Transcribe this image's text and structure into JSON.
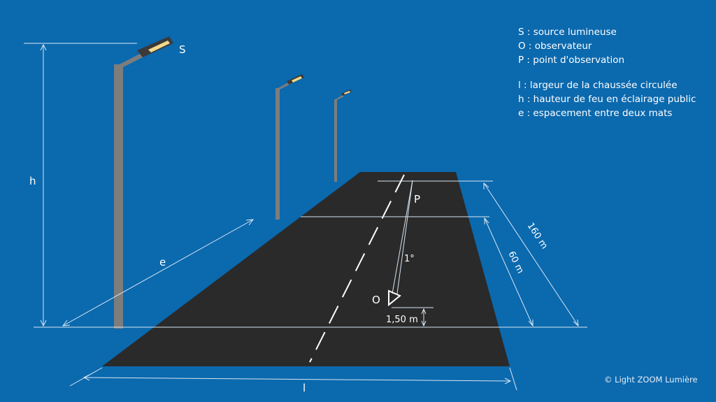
{
  "labels": {
    "source": "S",
    "height": "h",
    "spacing": "e",
    "width": "l",
    "point": "P",
    "observer": "O",
    "angle": "1°",
    "eye_height": "1,50 m",
    "dist_60": "60 m",
    "dist_160": "160 m"
  },
  "legend": {
    "items_group1": [
      "S : source lumineuse",
      "O : observateur",
      "P : point d'observation"
    ],
    "items_group2": [
      "l : largeur de la chaussée circulée",
      "h : hauteur de feu en éclairage public",
      "e : espacement entre deux mats"
    ]
  },
  "copyright": "© Light ZOOM Lumière",
  "colors": {
    "background": "#0b69ae",
    "road": "#2a2a2a",
    "pole": "#7d7d7d",
    "lamp_glow": "#f3d98a"
  }
}
